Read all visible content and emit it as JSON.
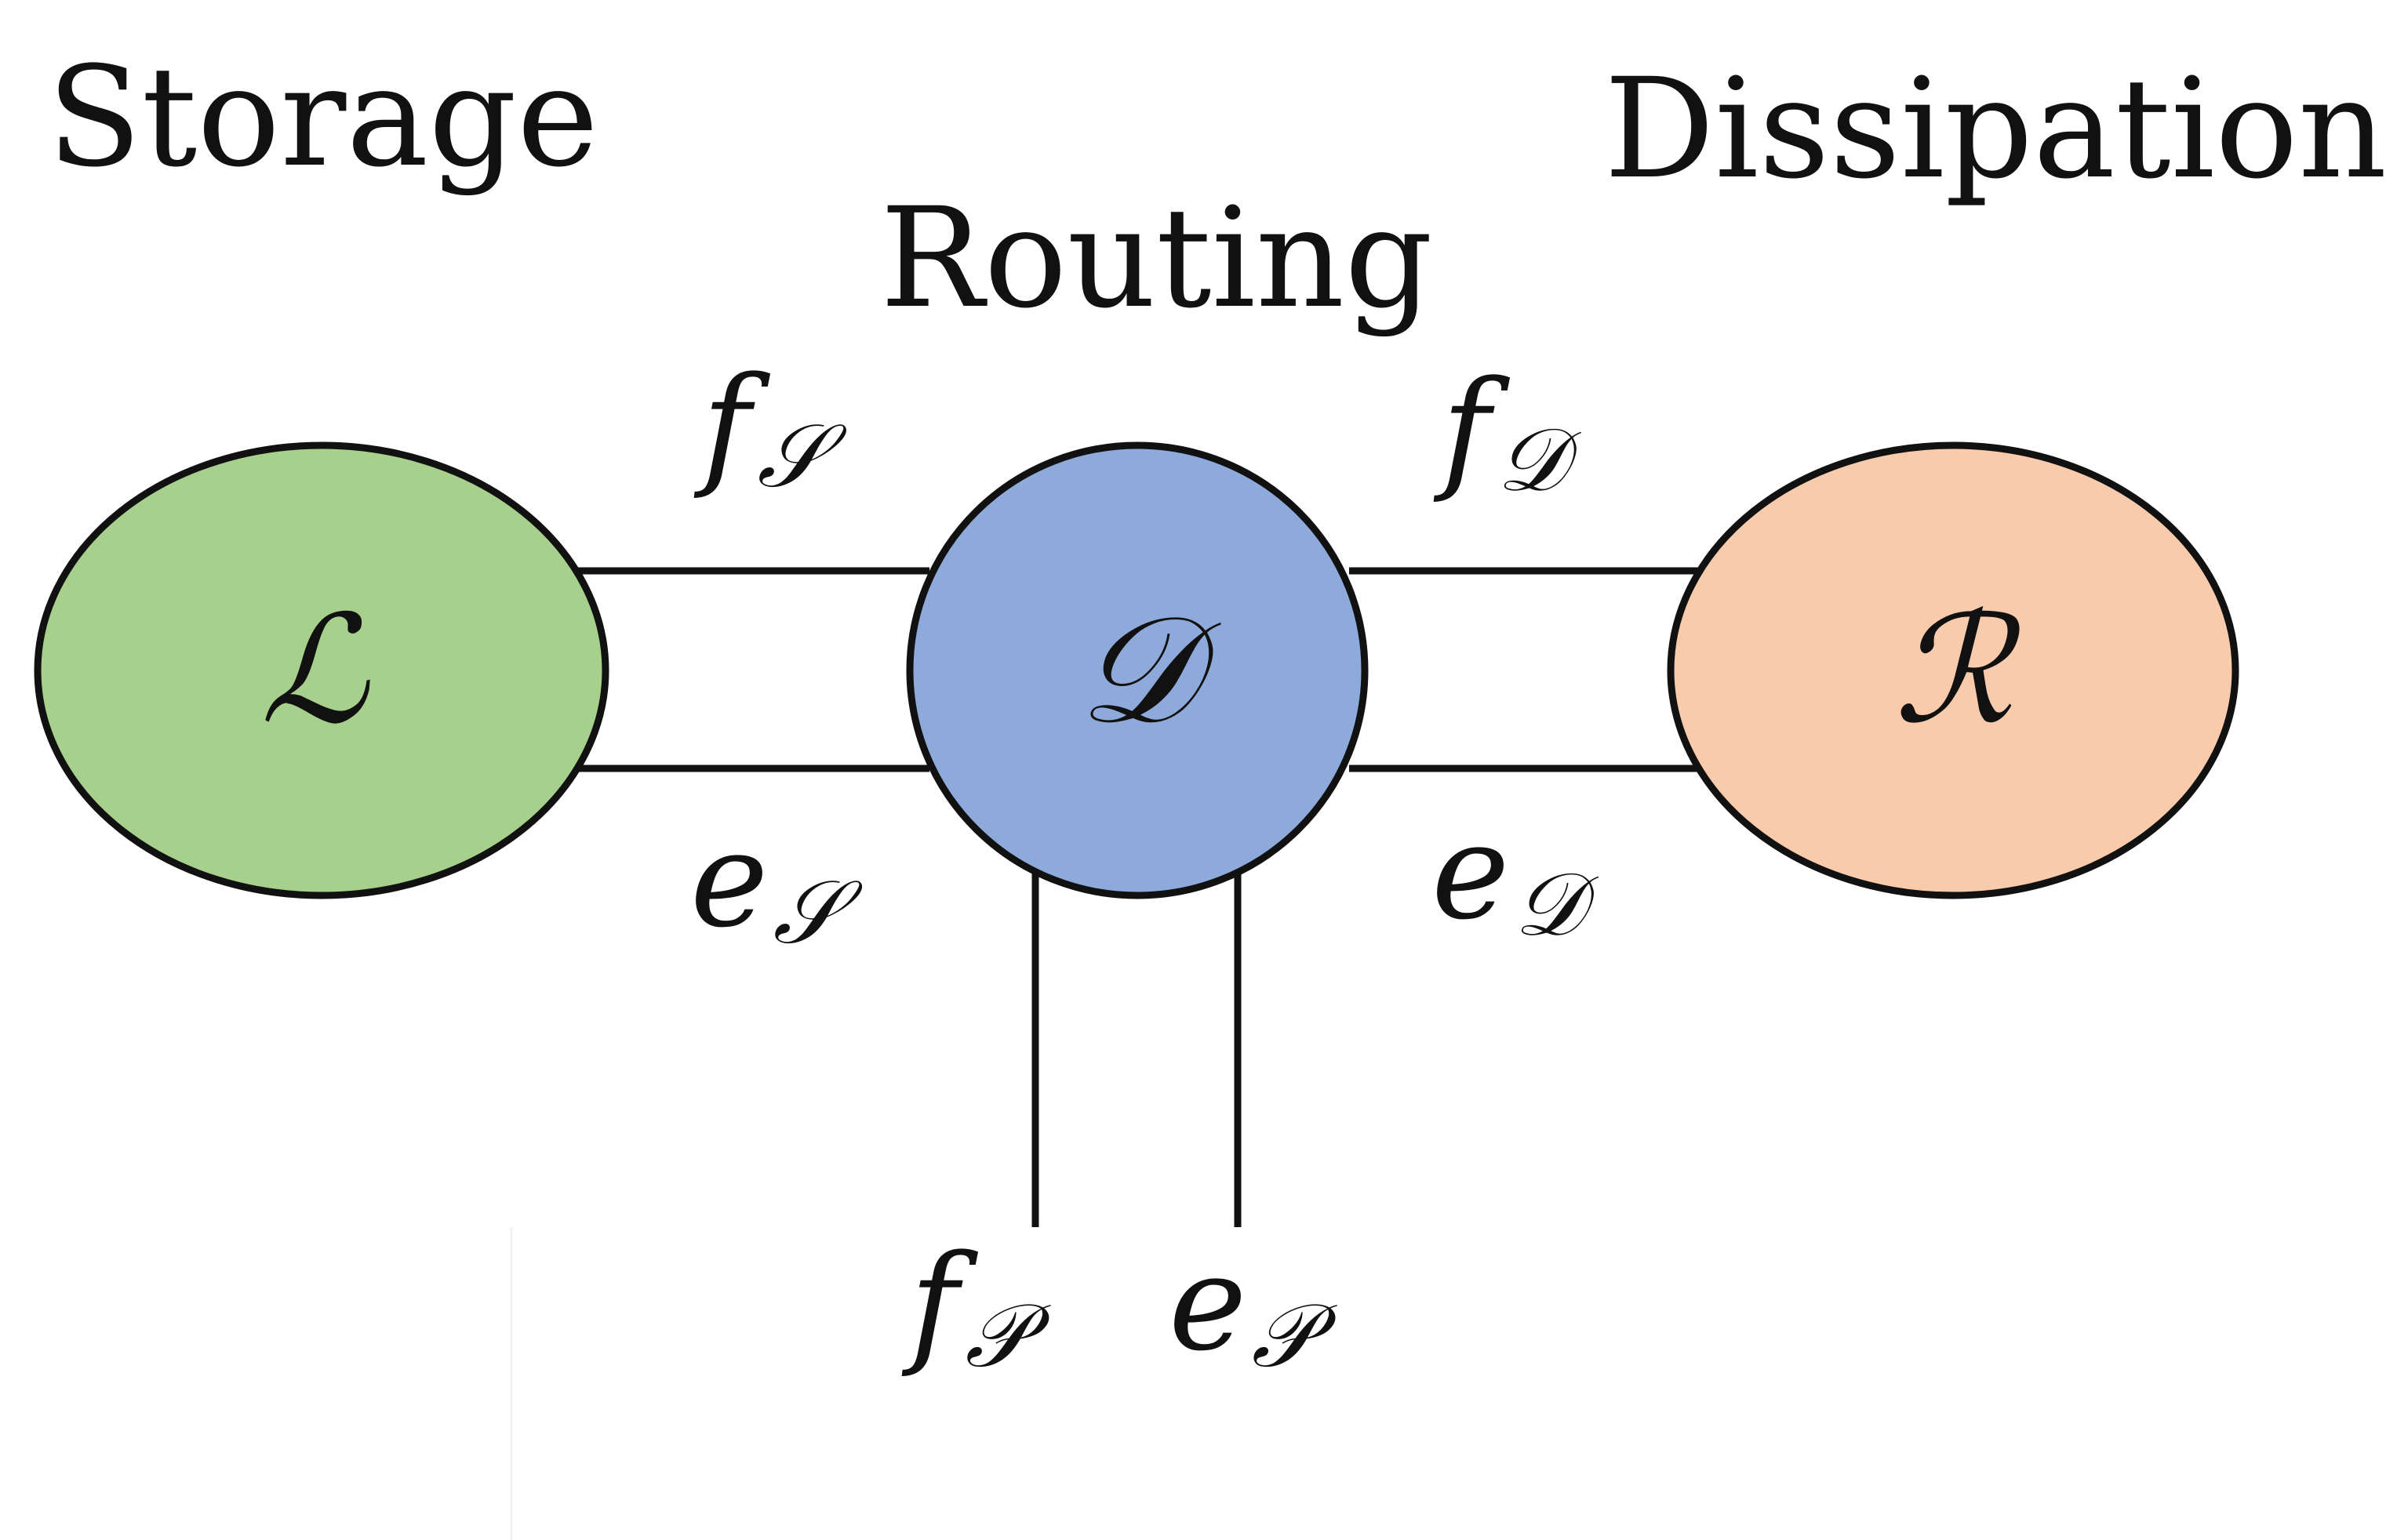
{
  "headings": {
    "storage": "Storage",
    "routing": "Routing",
    "dissipation": "Dissipation"
  },
  "nodes": {
    "storage": {
      "symbol": "ℒ",
      "color": "#a8d08d"
    },
    "routing": {
      "symbol": "𝒟",
      "color": "#8eaadb"
    },
    "dissipation": {
      "symbol": "ℛ",
      "color": "#f8cbad"
    }
  },
  "ports": {
    "storage_flow": {
      "var": "f",
      "sub": "𝒮"
    },
    "storage_effort": {
      "var": "e",
      "sub": "𝒮"
    },
    "dissipation_flow": {
      "var": "f",
      "sub": "𝒟"
    },
    "dissipation_effort": {
      "var": "e",
      "sub": "𝒟"
    },
    "external_flow": {
      "var": "f",
      "sub": "𝒫"
    },
    "external_effort": {
      "var": "e",
      "sub": "𝒫"
    }
  }
}
